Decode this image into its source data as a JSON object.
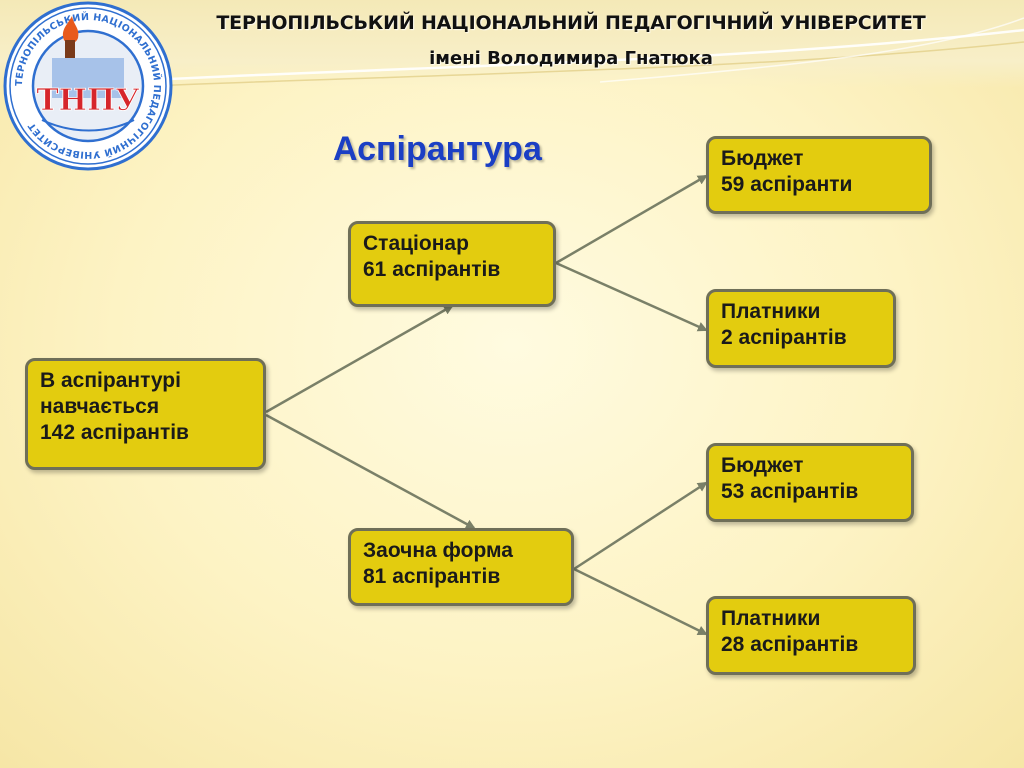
{
  "header": {
    "university_name": "ТЕРНОПІЛЬСЬКИЙ НАЦІОНАЛЬНИЙ ПЕДАГОГІЧНИЙ УНІВЕРСИТЕТ",
    "university_subtitle": "імені Володимира Гнатюка"
  },
  "logo": {
    "abbreviation": "ТНПУ",
    "ring_text": "ТЕРНОПІЛЬСЬКИЙ НАЦІОНАЛЬНИЙ ПЕДАГОГІЧНИЙ УНІВЕРСИТЕТ",
    "colors": {
      "ring": "#2f6fd0",
      "abbreviation": "#d6262b",
      "flame": "#e85a1c"
    }
  },
  "title": "Аспірантура",
  "diagram": {
    "root": {
      "line1": "В аспірантурі",
      "line2": "навчається",
      "line3": "142 аспірантів"
    },
    "fulltime": {
      "line1": "Стаціонар",
      "line2": "61 аспірантів",
      "budget": {
        "line1": "Бюджет",
        "line2": "59 аспіранти"
      },
      "paid": {
        "line1": "Платники",
        "line2": "2 аспірантів"
      }
    },
    "parttime": {
      "line1": "Заочна форма",
      "line2": "81 аспірантів",
      "budget": {
        "line1": "Бюджет",
        "line2": "53 аспірантів"
      },
      "paid": {
        "line1": "Платники",
        "line2": "28 аспірантів"
      }
    }
  },
  "colors": {
    "node_fill": "#e3cc0f",
    "node_border": "#6f6f58",
    "arrow": "#7a8068",
    "title": "#1b3fc4"
  }
}
